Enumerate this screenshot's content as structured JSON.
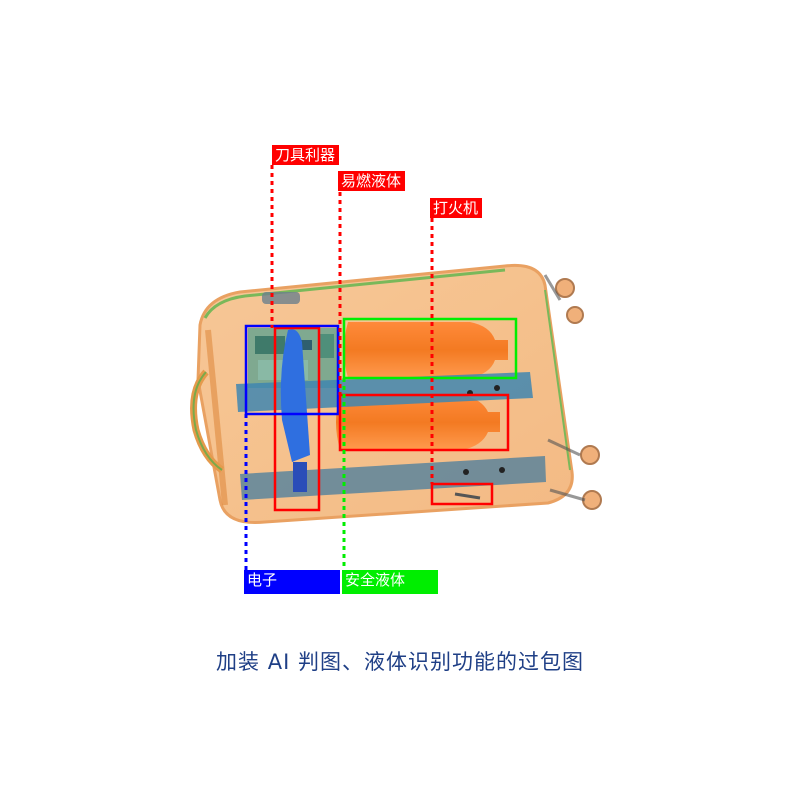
{
  "labels": {
    "knife": "刀具利器",
    "flammable": "易燃液体",
    "lighter": "打火机",
    "electronics": "电子",
    "safe_liquid": "安全液体"
  },
  "caption": "加装 AI 判图、液体识别功能的过包图",
  "colors": {
    "danger": "#ff0000",
    "electronics": "#0000ff",
    "safe": "#00ee00",
    "caption": "#1f3f86"
  }
}
